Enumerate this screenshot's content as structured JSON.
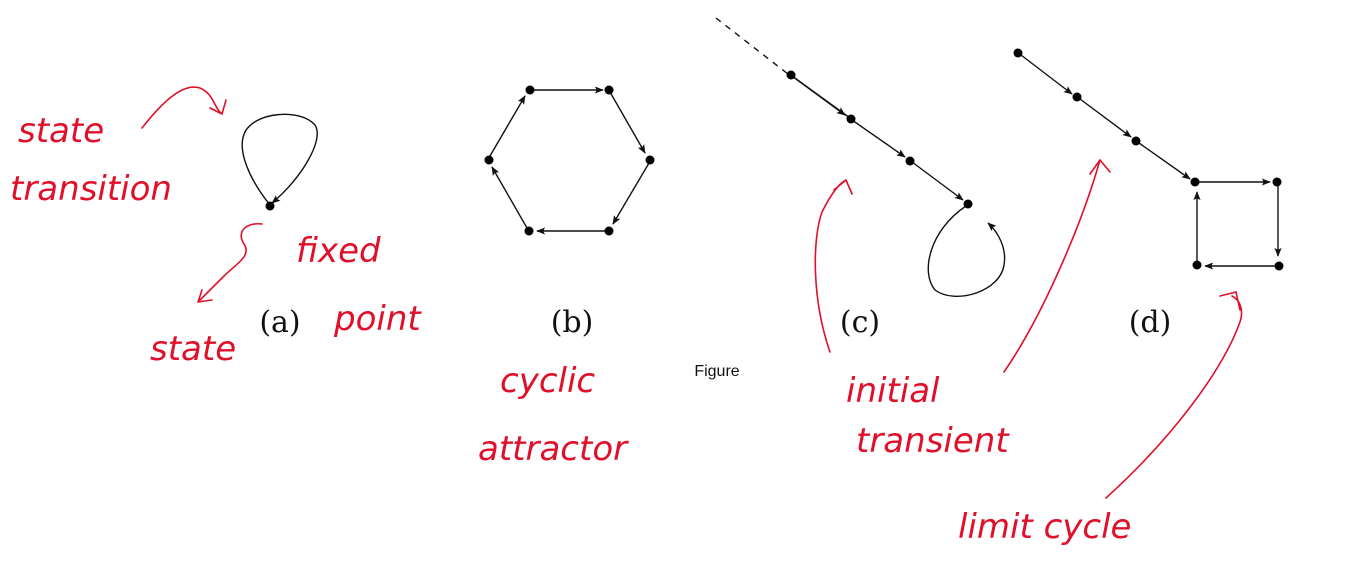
{
  "caption": "Figure",
  "panels": [
    {
      "label": "(a)"
    },
    {
      "label": "(b)"
    },
    {
      "label": "(c)"
    },
    {
      "label": "(d)"
    }
  ],
  "annotations": {
    "state_transition_1": "state",
    "state_transition_2": "transition",
    "state": "state",
    "fixed_point_1": "fixed",
    "fixed_point_2": "point",
    "cyclic_attractor_1": "cyclic",
    "cyclic_attractor_2": "attractor",
    "initial_transient_1": "initial",
    "initial_transient_2": "transient",
    "limit_cycle": "limit cycle"
  },
  "colors": {
    "annotation": "#e0102a",
    "diagram": "#111111"
  }
}
